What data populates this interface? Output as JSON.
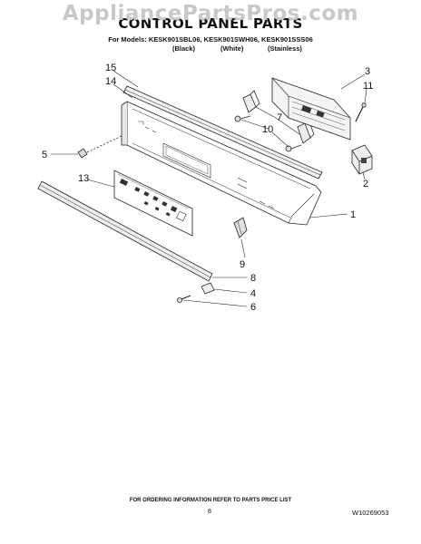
{
  "watermark": "AppliancePartsPros.com",
  "title": "CONTROL PANEL PARTS",
  "models_line": "For Models: KESK901SBL06, KESK901SWH06, KESK901SSS06",
  "variants": {
    "black": "(Black)",
    "white": "(White)",
    "stainless": "(Stainless)"
  },
  "callouts": {
    "c1": "1",
    "c2": "2",
    "c3": "3",
    "c4": "4",
    "c5": "5",
    "c6": "6",
    "c7": "7",
    "c8": "8",
    "c9": "9",
    "c10": "10",
    "c11": "11",
    "c13": "13",
    "c14": "14",
    "c15": "15"
  },
  "footer": {
    "ordering_note": "FOR ORDERING INFORMATION REFER TO PARTS PRICE LIST",
    "page_number": "8",
    "document_number": "W10269053"
  }
}
